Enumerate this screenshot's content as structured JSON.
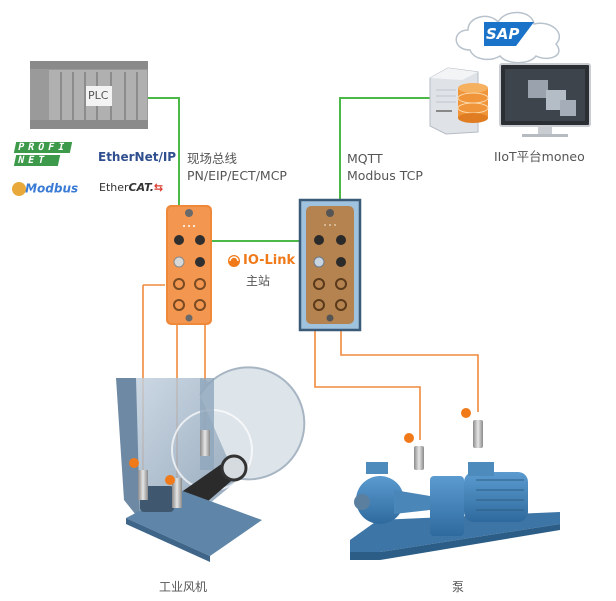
{
  "plc": {
    "label": "PLC"
  },
  "protocol_logos": [
    {
      "name": "PROFINET",
      "line1": "PROFI",
      "line2": "NET",
      "color": "#3c9a4a"
    },
    {
      "name": "EtherNet/IP",
      "text": "EtherNet/IP",
      "color": "#2f4f8f"
    },
    {
      "name": "Modbus",
      "text": "Modbus",
      "color": "#3a7bd5"
    },
    {
      "name": "EtherCAT",
      "text_a": "Ether",
      "text_b": "CAT.",
      "color": "#333333"
    }
  ],
  "fieldbus": {
    "line1": "现场总线",
    "line2": "PN/EIP/ECT/MCP"
  },
  "iot_protocols": {
    "line1": "MQTT",
    "line2": "Modbus TCP"
  },
  "iolink": {
    "logo_text": "IO-Link",
    "subtitle": "主站"
  },
  "cloud": {
    "label": "SAP"
  },
  "platform": {
    "label": "IIoT平台moneo"
  },
  "equipment": {
    "fan": "工业风机",
    "pump": "泵"
  },
  "colors": {
    "fieldbus_line": "#4cb848",
    "sensor_line": "#f08a3c",
    "module_orange": "#f0883a",
    "plc_gray": "#9a9a9a",
    "sap_blue": "#1a73c8",
    "machine_blue": "#3f7fb5"
  }
}
